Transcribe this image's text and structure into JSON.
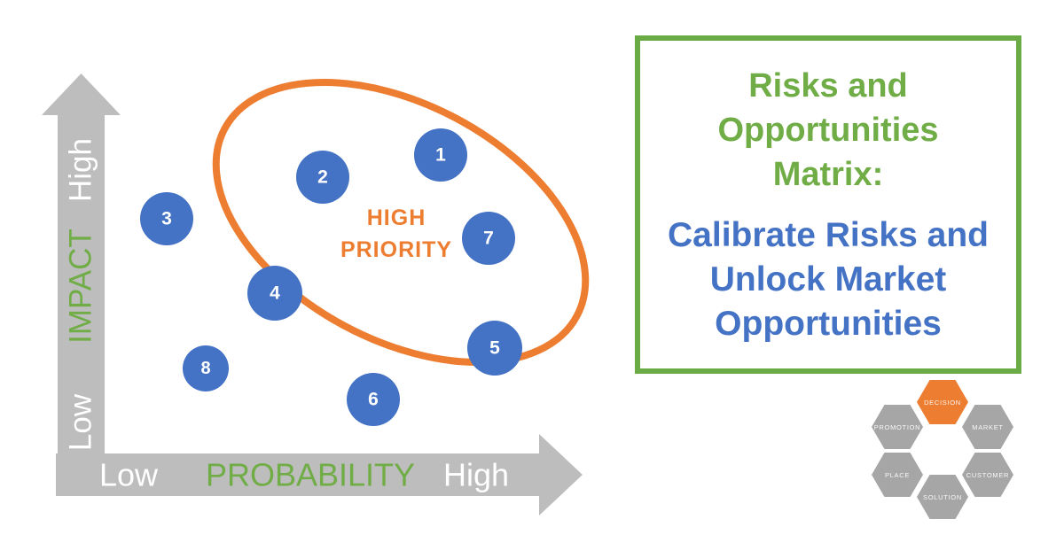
{
  "palette": {
    "blue": "#4472C4",
    "green": "#70AD47",
    "orange": "#ED7D31",
    "arrow_gray": "#BDBDBD",
    "hex_gray": "#A6A6A6"
  },
  "matrix": {
    "y_axis": {
      "low": "Low",
      "label": "IMPACT",
      "high": "High"
    },
    "x_axis": {
      "low": "Low",
      "label": "PROBABILITY",
      "high": "High"
    },
    "priority_label": {
      "line1": "HIGH",
      "line2": "PRIORITY"
    },
    "points": [
      {
        "label": "1",
        "probability": 0.73,
        "impact": 0.81,
        "in_high_priority": true
      },
      {
        "label": "2",
        "probability": 0.51,
        "impact": 0.75,
        "in_high_priority": true
      },
      {
        "label": "3",
        "probability": 0.21,
        "impact": 0.66,
        "in_high_priority": false
      },
      {
        "label": "4",
        "probability": 0.42,
        "impact": 0.48,
        "in_high_priority": false
      },
      {
        "label": "5",
        "probability": 0.83,
        "impact": 0.35,
        "in_high_priority": true
      },
      {
        "label": "6",
        "probability": 0.6,
        "impact": 0.23,
        "in_high_priority": false
      },
      {
        "label": "7",
        "probability": 0.82,
        "impact": 0.61,
        "in_high_priority": true
      },
      {
        "label": "8",
        "probability": 0.28,
        "impact": 0.3,
        "in_high_priority": false
      }
    ]
  },
  "panel": {
    "title_lines": [
      "Risks and",
      "Opportunities",
      "Matrix:"
    ],
    "subtitle_lines": [
      "Calibrate Risks and",
      "Unlock Market",
      "Opportunities"
    ]
  },
  "logo": {
    "hexagons": [
      {
        "label": "DECISION",
        "color": "#ED7D31"
      },
      {
        "label": "PROMOTION",
        "color": "#A6A6A6"
      },
      {
        "label": "MARKET",
        "color": "#A6A6A6"
      },
      {
        "label": "PLACE",
        "color": "#A6A6A6"
      },
      {
        "label": "CUSTOMER",
        "color": "#A6A6A6"
      },
      {
        "label": "SOLUTION",
        "color": "#A6A6A6"
      }
    ]
  }
}
